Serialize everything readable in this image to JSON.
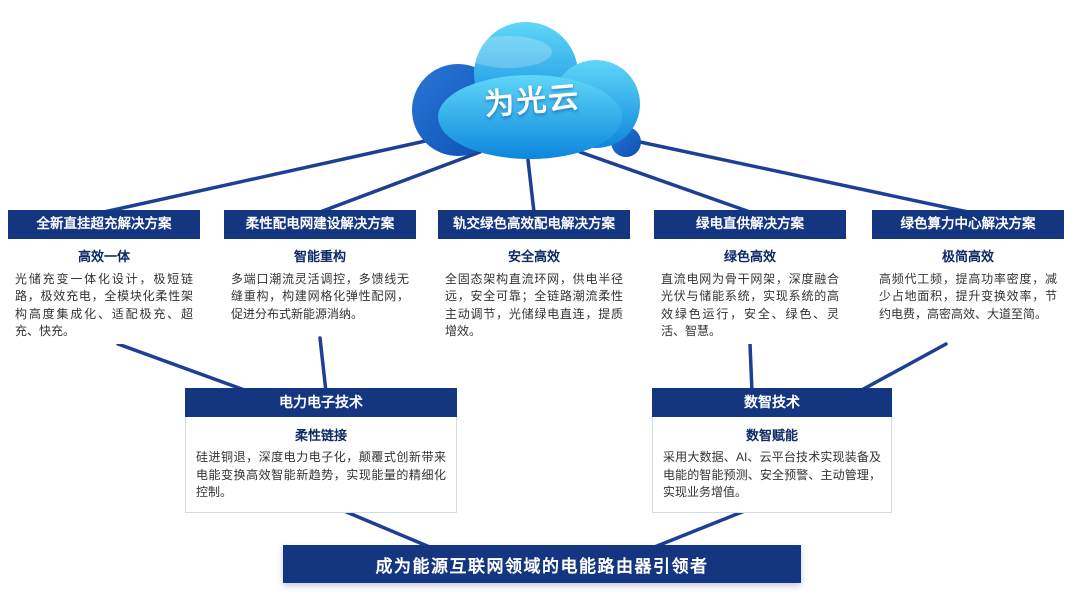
{
  "cloud": {
    "label": "为光云"
  },
  "solutions": [
    {
      "title": "全新直挂超充解决方案",
      "subtitle": "高效一体",
      "body": "光储充变一体化设计，极短链路，极效充电，全模块化柔性架构高度集成化、适配极充、超充、快充。"
    },
    {
      "title": "柔性配电网建设解决方案",
      "subtitle": "智能重构",
      "body": "多端口潮流灵活调控，多馈线无缝重构，构建网格化弹性配网，促进分布式新能源消纳。"
    },
    {
      "title": "轨交绿色高效配电解决方案",
      "subtitle": "安全高效",
      "body": "全固态架构直流环网，供电半径远，安全可靠；全链路潮流柔性主动调节，光储绿电直连，提质增效。"
    },
    {
      "title": "绿电直供解决方案",
      "subtitle": "绿色高效",
      "body": "直流电网为骨干网架，深度融合光伏与储能系统，实现系统的高效绿色运行，安全、绿色、灵活、智慧。"
    },
    {
      "title": "绿色算力中心解决方案",
      "subtitle": "极简高效",
      "body": "高频代工频，提高功率密度，减少占地面积，提升变换效率，节约电费，高密高效、大道至简。"
    }
  ],
  "technologies": [
    {
      "title": "电力电子技术",
      "subtitle": "柔性链接",
      "body": "硅进铜退，深度电力电子化，颠覆式创新带来电能变换高效智能新趋势，实现能量的精细化控制。"
    },
    {
      "title": "数智技术",
      "subtitle": "数智赋能",
      "body": "采用大数据、AI、云平台技术实现装备及电能的智能预测、安全预警、主动管理，实现业务增值。"
    }
  ],
  "banner": {
    "text": "成为能源互联网领域的电能路由器引领者"
  },
  "colors": {
    "navy": "#14357f",
    "line": "#1d3f94",
    "cloud_light": "#55d0f7",
    "cloud_blue": "#0d86dd",
    "cloud_dark": "#0a4fb0",
    "body_text": "#333333"
  }
}
